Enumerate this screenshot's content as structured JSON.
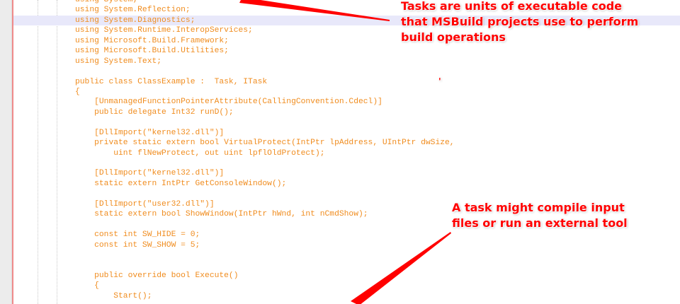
{
  "editor": {
    "code_lines": [
      "using System;",
      "using System.Reflection;",
      "using System.Diagnostics;",
      "using System.Runtime.InteropServices;",
      "using Microsoft.Build.Framework;",
      "using Microsoft.Build.Utilities;",
      "using System.Text;",
      "",
      "public class ClassExample :  Task, ITask",
      "{",
      "    [UnmanagedFunctionPointerAttribute(CallingConvention.Cdecl)]",
      "    public delegate Int32 runD();",
      "",
      "    [DllImport(\"kernel32.dll\")]",
      "    private static extern bool VirtualProtect(IntPtr lpAddress, UIntPtr dwSize,",
      "        uint flNewProtect, out uint lpflOldProtect);",
      "",
      "    [DllImport(\"kernel32.dll\")]",
      "    static extern IntPtr GetConsoleWindow();",
      "",
      "    [DllImport(\"user32.dll\")]",
      "    static extern bool ShowWindow(IntPtr hWnd, int nCmdShow);",
      "",
      "    const int SW_HIDE = 0;",
      "    const int SW_SHOW = 5;",
      "",
      "",
      "    public override bool Execute()",
      "    {",
      "        Start();"
    ],
    "highlighted_line": 2,
    "code_color": "#f08c1e"
  },
  "annotations": {
    "top_note": "Tasks are units of executable code that MSBuild projects use to perform build operations",
    "bottom_note": "A task might compile input files or run an external tool",
    "color": "#ff0000"
  }
}
